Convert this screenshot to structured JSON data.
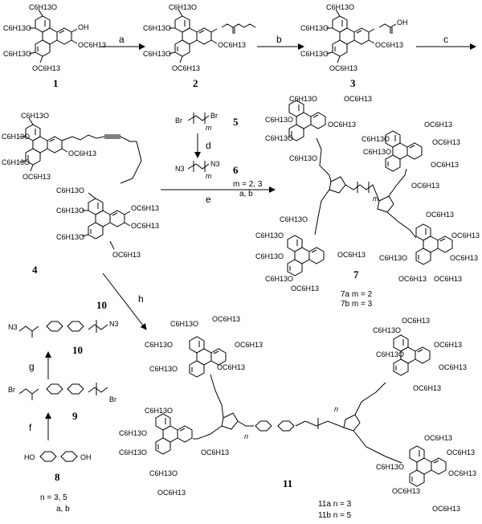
{
  "substituents": {
    "hexyloxy": "C6H13O",
    "hexyloxy_r": "OC6H13",
    "oh": "OH",
    "br": "Br",
    "n3": "N3",
    "ho": "HO"
  },
  "compounds": [
    "1",
    "2",
    "3",
    "4",
    "5",
    "6",
    "7",
    "8",
    "9",
    "10",
    "11"
  ],
  "steps": [
    "a",
    "b",
    "c",
    "d",
    "e",
    "f",
    "g",
    "h"
  ],
  "notes": {
    "m_values": "m = 2, 3",
    "m_sub": "a, b",
    "c7a": "7a  m = 2",
    "c7b": "7b  m = 3",
    "n_values": "n = 3, 5",
    "n_sub": "a, b",
    "c11a": "11a  n = 3",
    "c11b": "11b  n = 5",
    "m_italic": "m",
    "n_italic": "n",
    "h_label_num": "10"
  }
}
